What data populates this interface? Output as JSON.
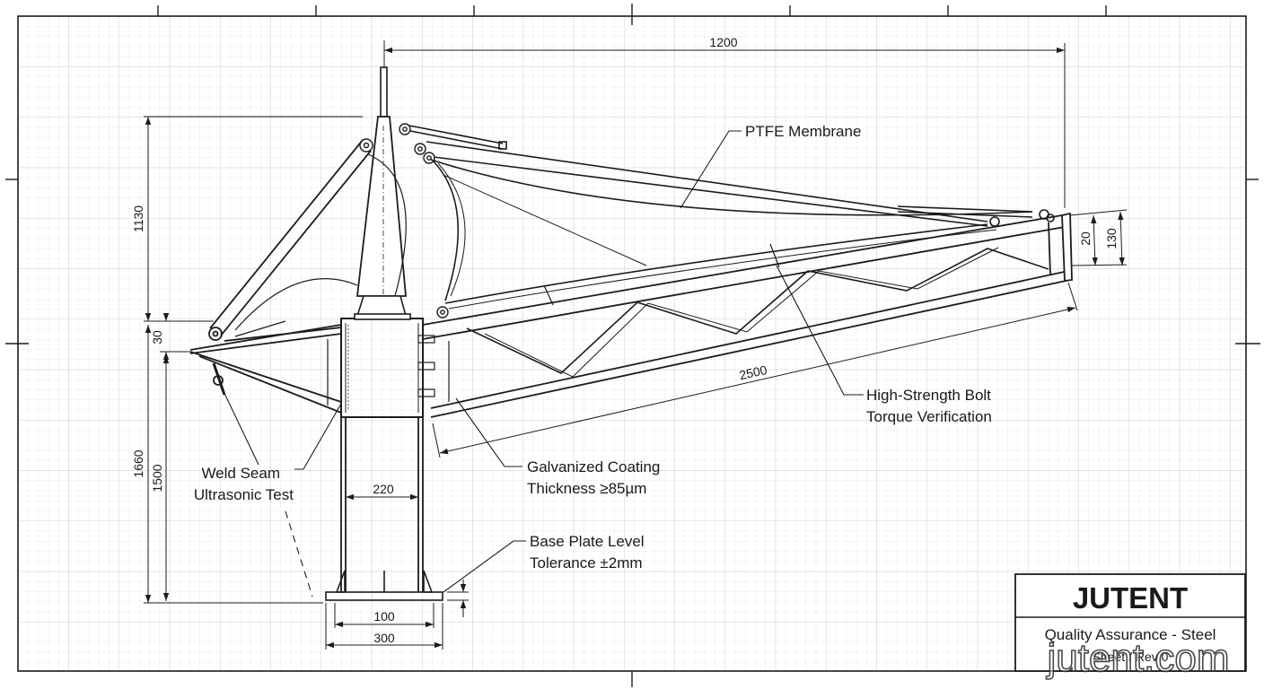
{
  "dimensions": {
    "span_top": "1200",
    "mast_upper": "1130",
    "mast_offset": "30",
    "overall_height": "1660",
    "column_height": "1500",
    "column_width": "220",
    "base_inner": "100",
    "base_outer": "300",
    "boom_length": "2500",
    "tip_small": "20",
    "tip_large": "130"
  },
  "callouts": {
    "membrane": "PTFE Membrane",
    "bolt_1": "High-Strength Bolt",
    "bolt_2": "Torque Verification",
    "weld_1": "Weld Seam",
    "weld_2": "Ultrasonic Test",
    "coating_1": "Galvanized Coating",
    "coating_2": "Thickness ≥85µm",
    "base_1": "Base Plate Level",
    "base_2": "Tolerance ±2mm"
  },
  "title_block": {
    "brand": "JUTENT",
    "subtitle": "Quality Assurance - Steel",
    "sheet_ref": "Sheet / Rev 0"
  },
  "watermark": "jutent.com",
  "colors": {
    "ink": "#1c1c1c",
    "grid_minor": "#dfe6ec",
    "grid_major": "#c5cfd8"
  }
}
